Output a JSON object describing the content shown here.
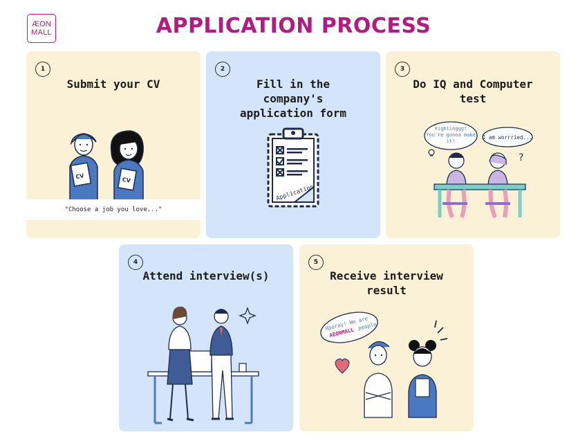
{
  "logo": {
    "line1": "ÆON",
    "line2": "MALL"
  },
  "title": "APPLICATION PROCESS",
  "colors": {
    "brand": "#b01c82",
    "cream": "#fbf1d6",
    "blue": "#d4e5fb",
    "navy": "#1d2b4a",
    "accent_blue": "#4a79c2"
  },
  "steps": [
    {
      "number": "1",
      "title": "Submit your CV",
      "quote": "\"Choose a job you love...\"",
      "badge": "CV"
    },
    {
      "number": "2",
      "title": "Fill in the company's application form",
      "form_label": "Application"
    },
    {
      "number": "3",
      "title": "Do IQ and Computer test",
      "bubble_left": "Fightinggg! You're gonna make it!",
      "bubble_right": "I am worrried..."
    },
    {
      "number": "4",
      "title": "Attend interview(s)"
    },
    {
      "number": "5",
      "title": "Receive interview result",
      "bubble": "Hooray! We are",
      "bubble_brand": "AEONMALL",
      "bubble_tail": "people"
    }
  ],
  "icons": [
    "clipboard-icon",
    "sparkle-icon",
    "heart-icon",
    "lightbulb-icon",
    "question-icon"
  ]
}
